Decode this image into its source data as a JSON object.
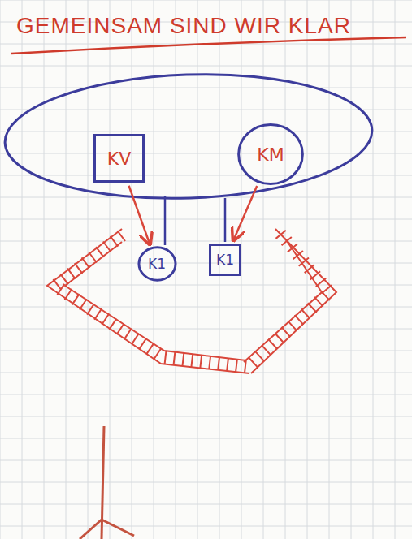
{
  "diagram": {
    "title": "GEMEINSAM SIND WIR KLAR",
    "nodes": [
      {
        "text": [
          "KV"
        ]
      },
      {
        "text": [
          "KM"
        ]
      },
      {
        "text": [
          "K1"
        ]
      },
      {
        "text": [
          "K1"
        ]
      }
    ],
    "edges": [
      {
        "from": 0,
        "to": 2,
        "arrow": "to"
      },
      {
        "from": 1,
        "to": 3,
        "arrow": "to"
      }
    ]
  }
}
